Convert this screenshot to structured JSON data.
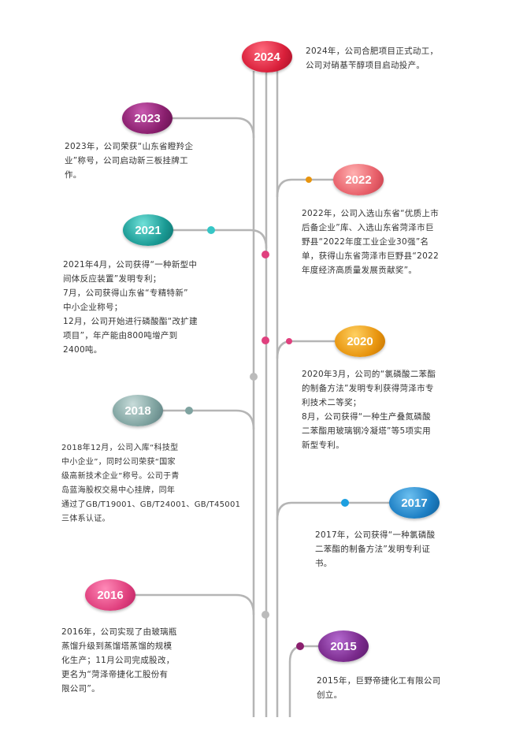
{
  "events": [
    {
      "year": "2024",
      "text": "2024年，公司合肥项目正式动工，\n公司对硝基苄醇项目启动投产。",
      "color": "#d91f3a"
    },
    {
      "year": "2023",
      "text": "2023年，公司荣获“山东省瞪羚企\n业”称号，公司启动新三板挂牌工\n作。",
      "color": "#8a1f6e"
    },
    {
      "year": "2022",
      "text": "2022年，公司入选山东省“优质上市\n后备企业”库、入选山东省菏泽市巨\n野县“2022年度工业企业30强”名\n单，获得山东省菏泽市巨野县“2022\n年度经济高质量发展贡献奖”。",
      "color": "#e8606a"
    },
    {
      "year": "2021",
      "text": "2021年4月，公司获得“一种新型中\n间体反应装置”发明专利；\n7月，公司获得山东省“专精特新”\n中小企业称号；\n12月，公司开始进行磷酸酯“改扩建\n项目”，年产能由800吨增产到\n2400吨。",
      "color": "#1a9a94"
    },
    {
      "year": "2020",
      "text": "2020年3月，公司的“氯磷酸二苯酯\n的制备方法”发明专利获得菏泽市专\n利技术二等奖；\n8月，公司获得“一种生产叠氮磷酸\n二苯酯用玻璃钢冷凝塔”等5项实用\n新型专利。",
      "color": "#e8950f"
    },
    {
      "year": "2018",
      "text": "2018年12月，公司入库“科技型\n中小企业”，同时公司荣获“国家\n级高新技术企业”称号。公司于青\n岛蓝海股权交易中心挂牌，同年\n通过了GB/T19001、GB/T24001、GB/T45001\n三体系认证。",
      "color": "#7fa3a0"
    },
    {
      "year": "2017",
      "text": "2017年，公司获得“一种氯磷酸\n二苯酯的制备方法”发明专利证\n书。",
      "color": "#1d7fc4"
    },
    {
      "year": "2016",
      "text": "2016年，公司实现了由玻璃瓶\n蒸馏升级到蒸馏塔蒸馏的规模\n化生产；11月公司完成股改，\n更名为“菏泽帝捷化工股份有\n限公司”。",
      "color": "#e0407e"
    },
    {
      "year": "2015",
      "text": "2015年，巨野帝捷化工有限公司\n创立。",
      "color": "#7a2a8c"
    }
  ]
}
